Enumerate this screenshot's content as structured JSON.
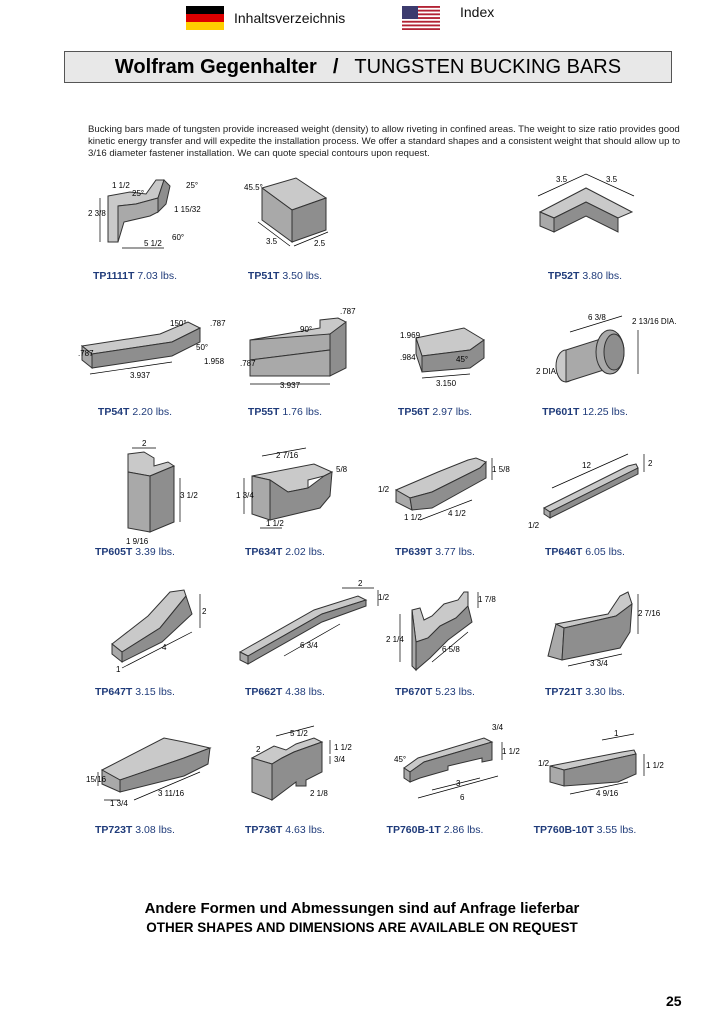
{
  "nav": {
    "german_label": "Inhaltsverzeichnis",
    "english_label": "Index",
    "german_flag_icon": "germany-flag-icon",
    "english_flag_icon": "us-flag-icon"
  },
  "title": {
    "german": "Wolfram Gegenhalter",
    "separator": "/",
    "english": "TUNGSTEN BUCKING BARS"
  },
  "intro_text": "Bucking bars made of tungsten provide increased weight (density) to allow riveting in confined areas. The weight to size ratio provides good kinetic energy transfer and will expedite the installation process. We offer a standard shapes and a consistent weight that should allow up to 3/16 diameter fastener installation. We can quote special contours upon request.",
  "products": [
    {
      "code": "TP1111T",
      "weight": "7.03 lbs.",
      "dims": [
        "1 1/2",
        "25°",
        "25°",
        "2 3/8",
        "1 15/32",
        "5 1/2",
        "60°"
      ]
    },
    {
      "code": "TP51T",
      "weight": "3.50 lbs.",
      "dims": [
        "45.5°",
        "3.5",
        "2.5"
      ]
    },
    {
      "code": "TP52T",
      "weight": "3.80 lbs.",
      "dims": [
        "3.5",
        "3.5"
      ]
    },
    {
      "code": "TP54T",
      "weight": "2.20 lbs.",
      "dims": [
        "150°",
        ".787",
        "50°",
        ".787",
        "1.958",
        "3.937"
      ]
    },
    {
      "code": "TP55T",
      "weight": "1.76 lbs.",
      "dims": [
        ".787",
        "90°",
        ".787",
        "3.937"
      ]
    },
    {
      "code": "TP56T",
      "weight": "2.97 lbs.",
      "dims": [
        "1.969",
        ".984",
        "45°",
        "3.150"
      ]
    },
    {
      "code": "TP601T",
      "weight": "12.25 lbs.",
      "dims": [
        "6 3/8",
        "2 13/16 DIA.",
        "2 DIA."
      ]
    },
    {
      "code": "TP605T",
      "weight": "3.39 lbs.",
      "dims": [
        "2",
        "3 1/2",
        "1 9/16"
      ]
    },
    {
      "code": "TP634T",
      "weight": "2.02 lbs.",
      "dims": [
        "2 7/16",
        "5/8",
        "1 3/4",
        "1 1/2"
      ]
    },
    {
      "code": "TP639T",
      "weight": "3.77 lbs.",
      "dims": [
        "1 5/8",
        "1/2",
        "1 1/2",
        "4 1/2"
      ]
    },
    {
      "code": "TP646T",
      "weight": "6.05 lbs.",
      "dims": [
        "12",
        "2",
        "1/2"
      ]
    },
    {
      "code": "TP647T",
      "weight": "3.15 lbs.",
      "dims": [
        "2",
        "4",
        "1"
      ]
    },
    {
      "code": "TP662T",
      "weight": "4.38 lbs.",
      "dims": [
        "2",
        "1/2",
        "6 3/4"
      ]
    },
    {
      "code": "TP670T",
      "weight": "5.23 lbs.",
      "dims": [
        "1 7/8",
        "2 1/4",
        "6 5/8"
      ]
    },
    {
      "code": "TP721T",
      "weight": "3.30 lbs.",
      "dims": [
        "2 7/16",
        "3 3/4"
      ]
    },
    {
      "code": "TP723T",
      "weight": "3.08 lbs.",
      "dims": [
        "15/16",
        "1 3/4",
        "3 11/16"
      ]
    },
    {
      "code": "TP736T",
      "weight": "4.63 lbs.",
      "dims": [
        "5 1/2",
        "2",
        "1 1/2",
        "3/4",
        "2 1/8"
      ]
    },
    {
      "code": "TP760B-1T",
      "weight": "2.86 lbs.",
      "dims": [
        "45°",
        "3/4",
        "1 1/2",
        "3",
        "6"
      ]
    },
    {
      "code": "TP760B-10T",
      "weight": "3.55 lbs.",
      "dims": [
        "1",
        "1/2",
        "1 1/2",
        "4 9/16"
      ]
    }
  ],
  "footer": {
    "german": "Andere Formen und Abmessungen sind auf Anfrage lieferbar",
    "english": "OTHER SHAPES AND DIMENSIONS ARE AVAILABLE ON REQUEST"
  },
  "page_number": "25",
  "colors": {
    "caption_blue": "#1f3b7a",
    "title_background": "#e8e8e8"
  }
}
